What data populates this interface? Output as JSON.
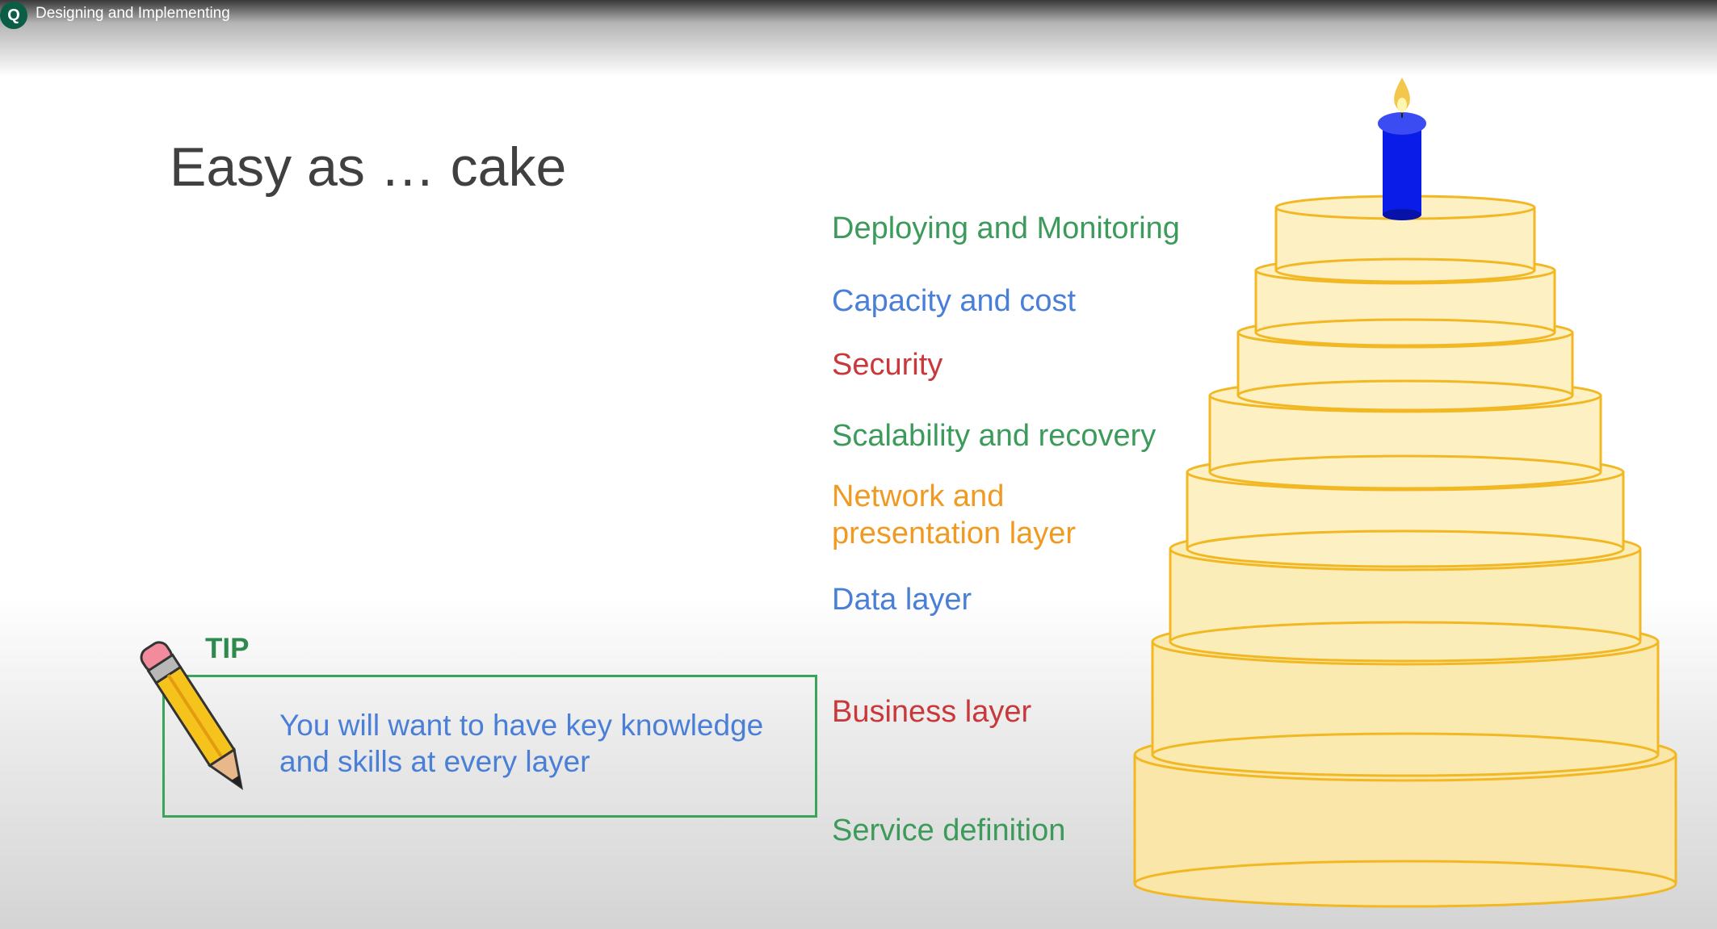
{
  "player": {
    "channel_initial": "Q",
    "video_title": "Designing and Implementing"
  },
  "slide": {
    "title": "Easy as … cake",
    "layers": [
      {
        "label": "Deploying and Monitoring",
        "color": "#3c9a5a"
      },
      {
        "label": "Capacity and cost",
        "color": "#4a7fd8"
      },
      {
        "label": "Security",
        "color": "#c9383a"
      },
      {
        "label": "Scalability and recovery",
        "color": "#3c9a5a"
      },
      {
        "label": "Network and",
        "label2": "presentation layer",
        "color": "#f09a22"
      },
      {
        "label": "Data layer",
        "color": "#4a7fd8"
      },
      {
        "label": "Business layer",
        "color": "#c9383a"
      },
      {
        "label": "Service definition",
        "color": "#3c9a5a"
      }
    ],
    "tip": {
      "label": "TIP",
      "text_line1": "You will want to have key knowledge",
      "text_line2": "and skills at every layer"
    }
  },
  "colors": {
    "cake_fill": "#fdf0c2",
    "cake_outline": "#f2b824",
    "candle": "#0a1de8",
    "tip_border": "#3aa45a"
  },
  "icons": {
    "pencil": "pencil-icon",
    "candle": "candle-icon"
  }
}
